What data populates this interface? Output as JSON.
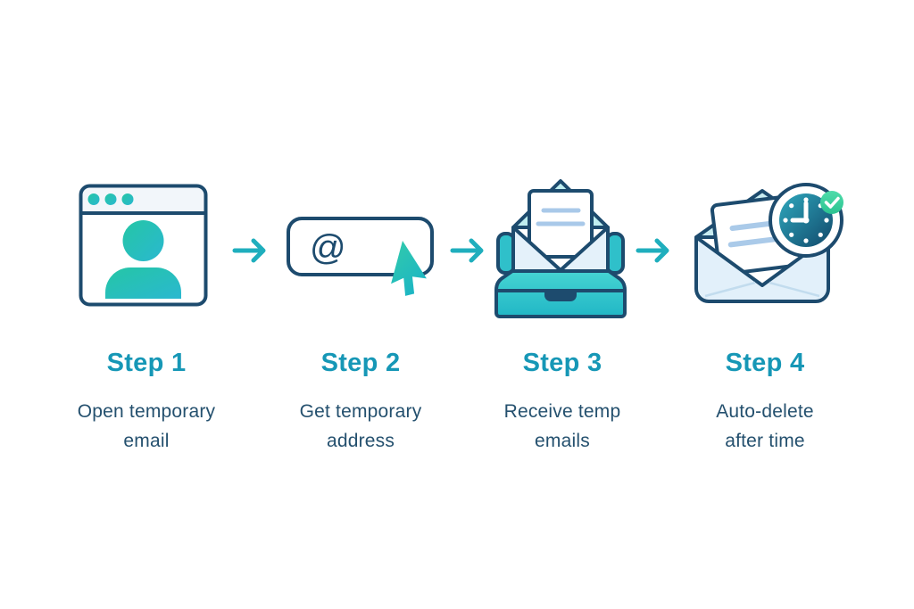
{
  "page": {
    "type": "process-infographic",
    "background": "#ffffff"
  },
  "colors": {
    "outline_navy": "#1d4b6e",
    "body_text_navy": "#24506e",
    "heading_teal": "#1697b6",
    "arrow_teal": "#1faebd",
    "teal_gradient_start": "#25c6a5",
    "teal_gradient_end": "#2ab8d0",
    "tray_teal_light": "#46d4d2",
    "tray_teal_dark": "#21b7c6",
    "envelope_flap_teal": "#bfeef0",
    "envelope_body_blue": "#e2f0fa",
    "letter_line_blue": "#a9c9e9",
    "browser_titlebar": "#f2f6fa",
    "clock_face_start": "#2fa8bd",
    "clock_face_end": "#11496b",
    "check_green": "#35cf9b"
  },
  "steps": [
    {
      "label": "Step 1",
      "description": "Open temporary email",
      "description_lines": [
        "Open temporary",
        "email"
      ],
      "icon": "browser-user-icon"
    },
    {
      "label": "Step 2",
      "description": "Get temporary address",
      "description_lines": [
        "Get temporary",
        "address"
      ],
      "input_symbol": "@",
      "icon": "email-input-cursor-icon"
    },
    {
      "label": "Step 3",
      "description": "Receive temp emails",
      "description_lines": [
        "Receive temp",
        "emails"
      ],
      "icon": "inbox-envelope-icon"
    },
    {
      "label": "Step 4",
      "description": "Auto-delete after time",
      "description_lines": [
        "Auto-delete",
        "after time"
      ],
      "icon": "envelope-timer-check-icon"
    }
  ],
  "arrows": {
    "icon": "arrow-right-icon",
    "count": 3
  }
}
